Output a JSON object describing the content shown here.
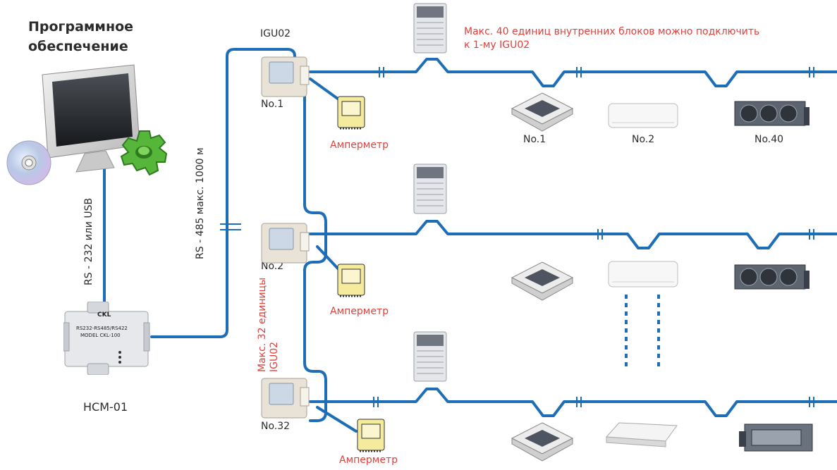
{
  "software": {
    "line1": "Программное",
    "line2": "обеспечение"
  },
  "gateway_label": "HCM-01",
  "gateway_brand": "CKL",
  "gateway_model_line1": "RS232-RS485/RS422",
  "gateway_model_line2": "MODEL CKL-100",
  "link_usb": "RS - 232 или USB",
  "link_rs485": "RS - 485 макс. 1000 м",
  "igu_title": "IGU02",
  "igu_units": [
    {
      "label": "No.1",
      "meter": "Амперметр"
    },
    {
      "label": "No.2",
      "meter": "Амперметр"
    },
    {
      "label": "No.32",
      "meter": "Амперметр"
    }
  ],
  "note_max40_line1": "Макс. 40 единиц внутренних блоков можно подключить",
  "note_max40_line2": "к 1-му IGU02",
  "note_max32_line1": "Макс. 32 единицы",
  "note_max32_line2": "IGU02",
  "indoor_labels": [
    "No.1",
    "No.2",
    "No.40"
  ],
  "colors": {
    "wire": "#1e6db7",
    "note": "#e0403a",
    "meter": "#f4eb9c"
  }
}
